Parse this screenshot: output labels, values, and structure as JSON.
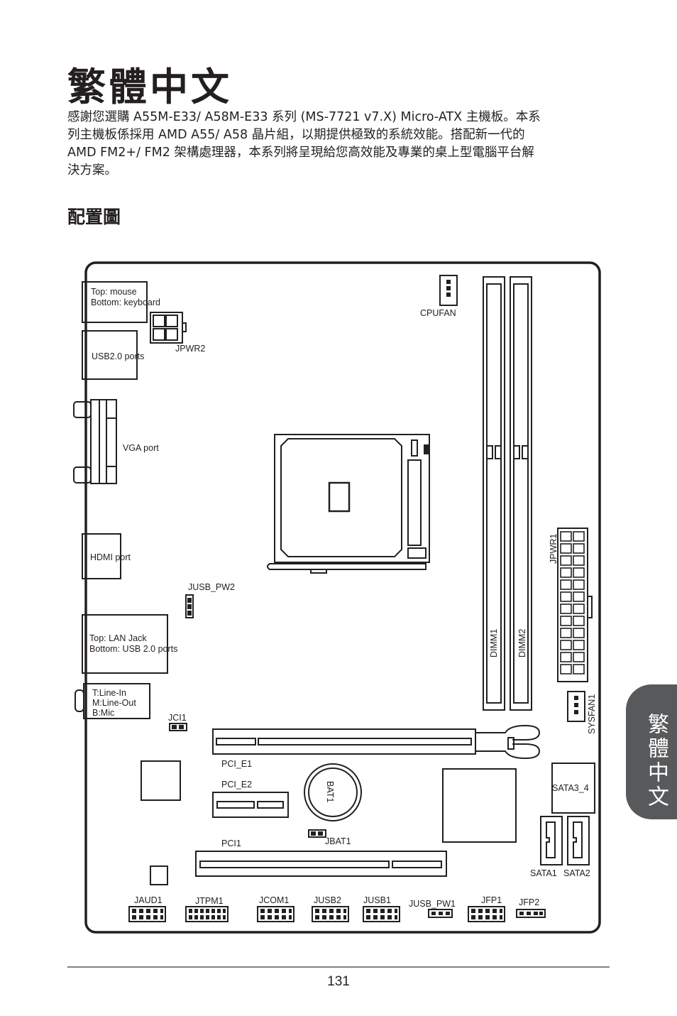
{
  "page_title": "繁體中文",
  "intro_lines": [
    "感謝您選購 A55M-E33/ A58M-E33 系列 (MS-7721 v7.X) Micro-ATX 主機板。本系",
    "列主機板係採用 AMD A55/ A58 晶片組，以期提供極致的系統效能。搭配新一代的",
    "AMD FM2+/ FM2 架構處理器，本系列將呈現給您高效能及專業的桌上型電腦平台解",
    "決方案。"
  ],
  "section_title": "配置圖",
  "side_tab": "繁體中文",
  "page_number": "131",
  "layout_labels": {
    "ps2_top": "Top: mouse",
    "ps2_bottom": "Bottom: keyboard",
    "usb_ports": "USB2.0 ports",
    "jpwr2": "JPWR2",
    "cpufan": "CPUFAN",
    "vga": "VGA port",
    "hdmi": "HDMI port",
    "jusb_pw2": "JUSB_PW2",
    "lan_top": "Top: LAN Jack",
    "lan_bottom": "Bottom: USB 2.0 ports",
    "audio_1": "T:Line-In",
    "audio_2": "M:Line-Out",
    "audio_3": "B:Mic",
    "jci1": "JCI1",
    "pci_e1": "PCI_E1",
    "pci_e2": "PCI_E2",
    "pci1": "PCI1",
    "bat1": "BAT1",
    "jbat1": "JBAT1",
    "jpwr1": "JPWR1",
    "dimm1": "DIMM1",
    "dimm2": "DIMM2",
    "sysfan1": "SYSFAN1",
    "sata3_4": "SATA3_4",
    "sata1": "SATA1",
    "sata2": "SATA2",
    "jaud1": "JAUD1",
    "jtpm1": "JTPM1",
    "jcom1": "JCOM1",
    "jusb2": "JUSB2",
    "jusb1": "JUSB1",
    "jusb_pw1": "JUSB_PW1",
    "jfp1": "JFP1",
    "jfp2": "JFP2"
  }
}
